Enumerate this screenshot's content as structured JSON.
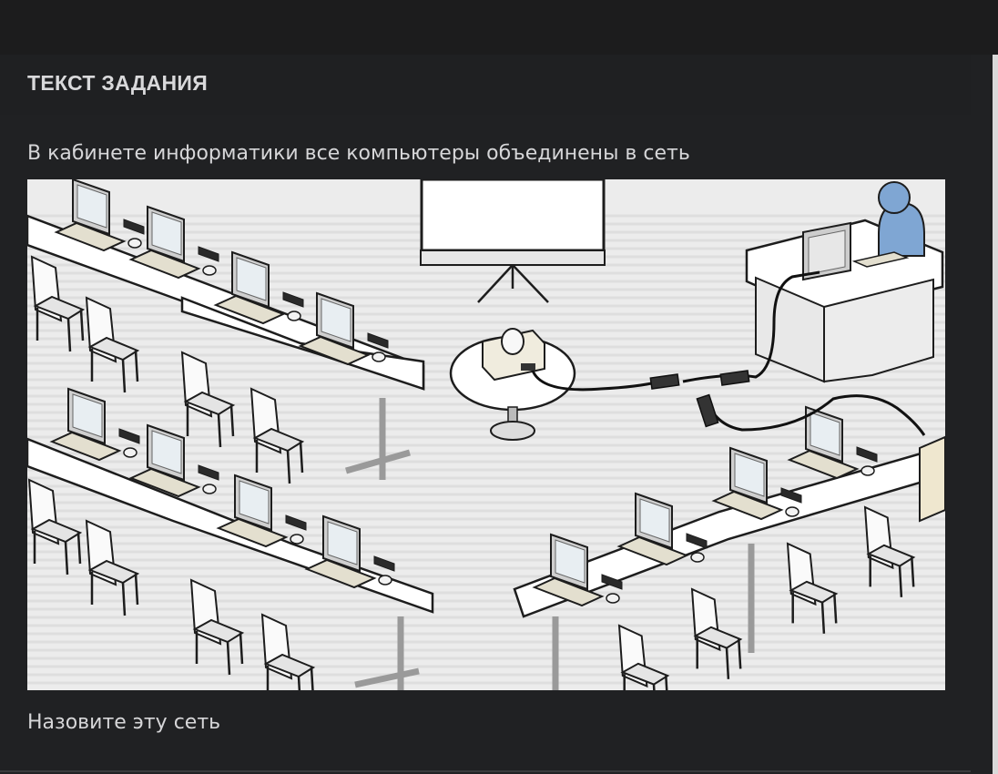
{
  "task": {
    "header": "ТЕКСТ ЗАДАНИЯ",
    "intro": "В кабинете информатики все компьютеры объединены в сеть",
    "question": "Назовите эту сеть"
  },
  "colors": {
    "background": "#1c1c1d",
    "card": "#202123",
    "text": "#d6d6d8",
    "teacher": "#7fa6d3"
  },
  "illustration": {
    "icons": [
      "projector-screen-icon",
      "projector-icon",
      "teacher-icon",
      "student-computer-icon",
      "chair-icon",
      "network-cable-icon",
      "cable-connector-icon",
      "system-unit-icon"
    ]
  }
}
